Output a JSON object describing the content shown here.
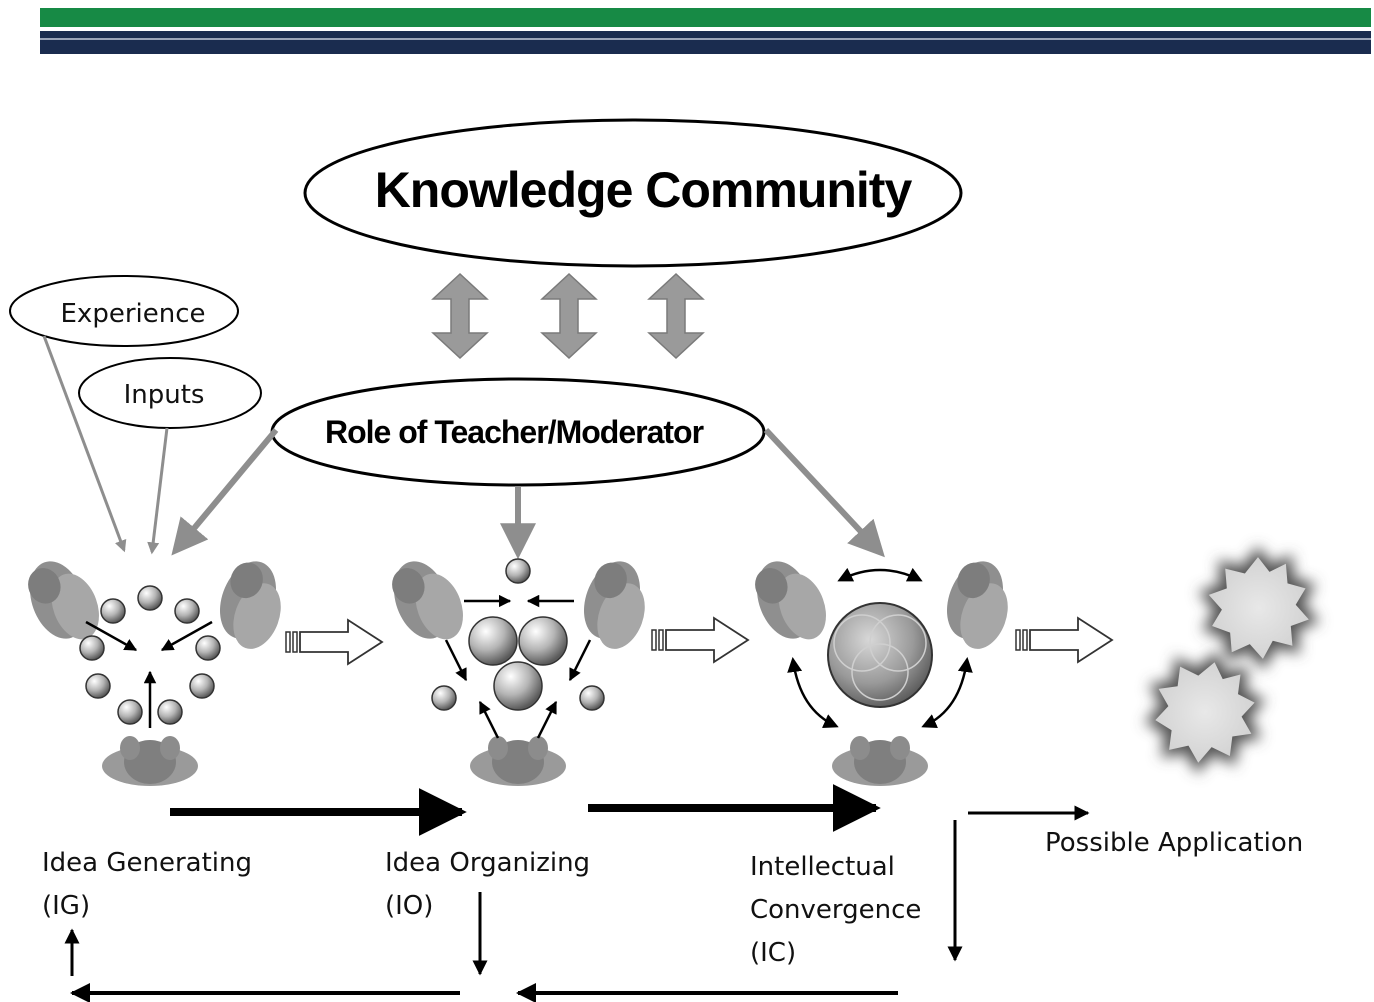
{
  "diagram": {
    "title": "Knowledge Community",
    "role": "Role of Teacher/Moderator",
    "experience": "Experience",
    "inputs": "Inputs",
    "stages": [
      {
        "line1": "Idea Generating",
        "line2": "(IG)"
      },
      {
        "line1": "Idea Organizing",
        "line2": "(IO)"
      },
      {
        "line1": "Intellectual",
        "line2": "Convergence",
        "line3": "(IC)"
      }
    ],
    "application": "Possible Application"
  },
  "colors": {
    "banner_green": "#178a45",
    "banner_navy": "#1a2c4f",
    "arrow_gray": "#8e8e8e"
  }
}
